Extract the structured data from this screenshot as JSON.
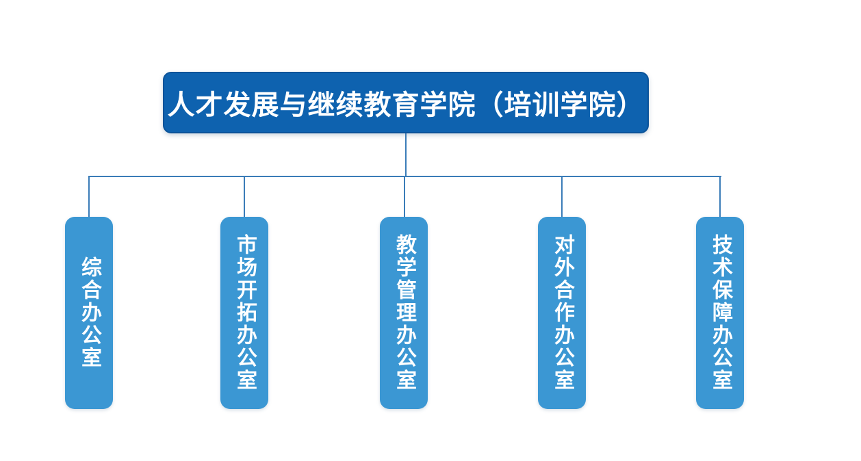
{
  "diagram": {
    "root": {
      "label": "人才发展与继续教育学院（培训学院）"
    },
    "children": [
      {
        "label": "综合办公室"
      },
      {
        "label": "市场开拓办公室"
      },
      {
        "label": "教学管理办公室"
      },
      {
        "label": "对外合作办公室"
      },
      {
        "label": "技术保障办公室"
      }
    ],
    "colors": {
      "root_bg": "#0E62AF",
      "child_bg": "#3B97D3",
      "connector": "#3A7CB8",
      "text": "#FFFFFF"
    }
  }
}
